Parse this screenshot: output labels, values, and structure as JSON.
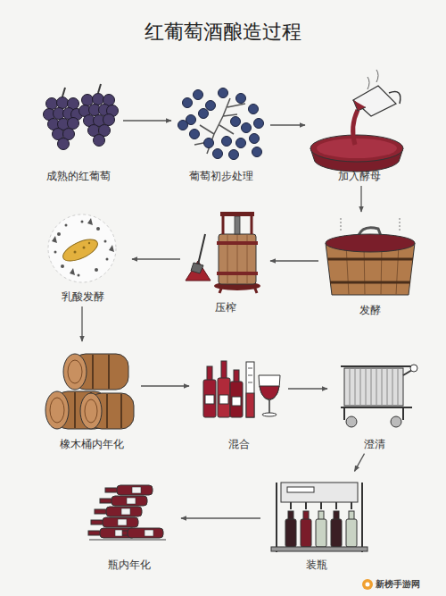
{
  "diagram": {
    "title": "红葡萄酒酿造过程",
    "nodes": [
      {
        "text": [
          "成熟的红葡萄"
        ]
      },
      {
        "text": [
          "葡萄初步处理"
        ]
      },
      {
        "text": [
          "加入酵母"
        ]
      },
      {
        "text": [
          "发酵"
        ]
      },
      {
        "text": [
          "压榨"
        ]
      },
      {
        "text": [
          "乳酸发酵"
        ]
      },
      {
        "text": [
          "橡木桶内年化"
        ]
      },
      {
        "text": [
          "混合"
        ]
      },
      {
        "text": [
          "澄清"
        ]
      },
      {
        "text": [
          "装瓶"
        ]
      },
      {
        "text": [
          "瓶内年化"
        ]
      }
    ],
    "edges": [
      {
        "from": 0,
        "to": 1,
        "arrow": "to"
      },
      {
        "from": 1,
        "to": 2,
        "arrow": "to"
      },
      {
        "from": 2,
        "to": 3,
        "arrow": "to"
      },
      {
        "from": 3,
        "to": 4,
        "arrow": "to"
      },
      {
        "from": 4,
        "to": 5,
        "arrow": "to"
      },
      {
        "from": 5,
        "to": 6,
        "arrow": "to"
      },
      {
        "from": 6,
        "to": 7,
        "arrow": "to"
      },
      {
        "from": 7,
        "to": 8,
        "arrow": "to"
      },
      {
        "from": 8,
        "to": 9,
        "arrow": "to"
      },
      {
        "from": 9,
        "to": 10,
        "arrow": "to"
      }
    ],
    "labels": [
      "新榜手游网"
    ]
  }
}
